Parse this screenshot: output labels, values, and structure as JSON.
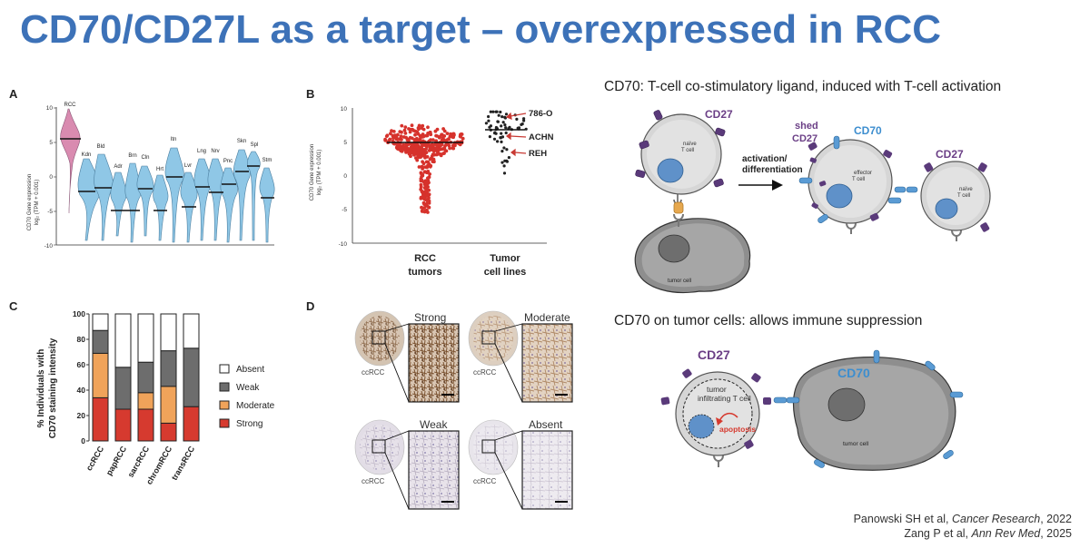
{
  "title": "CD70/CD27L as a target – overexpressed in RCC",
  "panelA": {
    "letter": "A",
    "ylabel_line1": "CD70 Gene expression",
    "ylabel_line2": "log₂ (TPM + 0.001)",
    "yticks": [
      "10",
      "5",
      "0",
      "-5",
      "-10"
    ],
    "tissues": [
      "RCC",
      "Kdn",
      "Bld",
      "Adr",
      "Brn",
      "Cln",
      "Hrt",
      "Itn",
      "Lvr",
      "Lng",
      "Nrv",
      "Pnc",
      "Skn",
      "Spl",
      "Stm"
    ]
  },
  "panelB": {
    "letter": "B",
    "ylabel_line1": "CD70 Gene expression",
    "ylabel_line2": "log₂ (TPM + 0.001)",
    "yticks": [
      "10",
      "5",
      "0",
      "-5",
      "-10"
    ],
    "cat1_line1": "RCC",
    "cat1_line2": "tumors",
    "cat2_line1": "Tumor",
    "cat2_line2": "cell lines",
    "callouts": [
      "786-O",
      "ACHN",
      "REH"
    ]
  },
  "panelC": {
    "letter": "C",
    "ylabel_line1": "% Individuals with",
    "ylabel_line2": "CD70 staining intensity",
    "yticks": [
      "100",
      "80",
      "60",
      "40",
      "20",
      "0"
    ],
    "legend": [
      "Absent",
      "Weak",
      "Moderate",
      "Strong"
    ]
  },
  "panelD": {
    "letter": "D",
    "labels": [
      "Strong",
      "Moderate",
      "Weak",
      "Absent"
    ],
    "sub": "ccRCC"
  },
  "chart_data": {
    "type": "bar",
    "stacked": true,
    "categories": [
      "ccRCC",
      "papRCC",
      "sarcRCC",
      "chromRCC",
      "transRCC"
    ],
    "ylabel": "% Individuals with CD70 staining intensity",
    "ylim": [
      0,
      100
    ],
    "series": [
      {
        "name": "Strong",
        "values": [
          34,
          25,
          25,
          14,
          27
        ],
        "color": "#d63a2f"
      },
      {
        "name": "Moderate",
        "values": [
          35,
          0,
          13,
          29,
          0
        ],
        "color": "#f0a35a"
      },
      {
        "name": "Weak",
        "values": [
          18,
          33,
          24,
          28,
          46
        ],
        "color": "#6d6d6d"
      },
      {
        "name": "Absent",
        "values": [
          13,
          42,
          38,
          29,
          27
        ],
        "color": "#ffffff"
      }
    ],
    "legend": "right"
  },
  "diagram1": {
    "header": "CD70: T-cell co-stimulatory ligand, induced with T-cell activation",
    "cd27": "CD27",
    "naive": "naïve",
    "tcell": "T cell",
    "activation": "activation/",
    "differentiation": "differentiation",
    "shed": "shed",
    "shed_cd27": "CD27",
    "cd70": "CD70",
    "effector": "effector",
    "effector_tcell": "T cell",
    "cd27_right": "CD27",
    "naive2": "naïve",
    "tcell2": "T cell",
    "tumor": "tumor cell"
  },
  "diagram2": {
    "header": "CD70 on tumor cells: allows immune suppression",
    "cd27": "CD27",
    "cd70": "CD70",
    "til1": "tumor",
    "til2": "infiltrating T cell",
    "apoptosis": "apoptosis",
    "tumor": "tumor cell"
  },
  "citations": {
    "c1_pre": "Panowski SH et al, ",
    "c1_journal": "Cancer Research",
    "c1_post": ", 2022",
    "c2_pre": "Zang P et al, ",
    "c2_journal": "Ann Rev Med",
    "c2_post": ", 2025"
  },
  "colors": {
    "title": "#3d72b8",
    "violin_rcc": "#d98bb0",
    "violin": "#8fc7e6",
    "dots_rcc": "#d6322c",
    "cd27_purple": "#6b3f86",
    "cd70_blue": "#3d8ecf"
  }
}
